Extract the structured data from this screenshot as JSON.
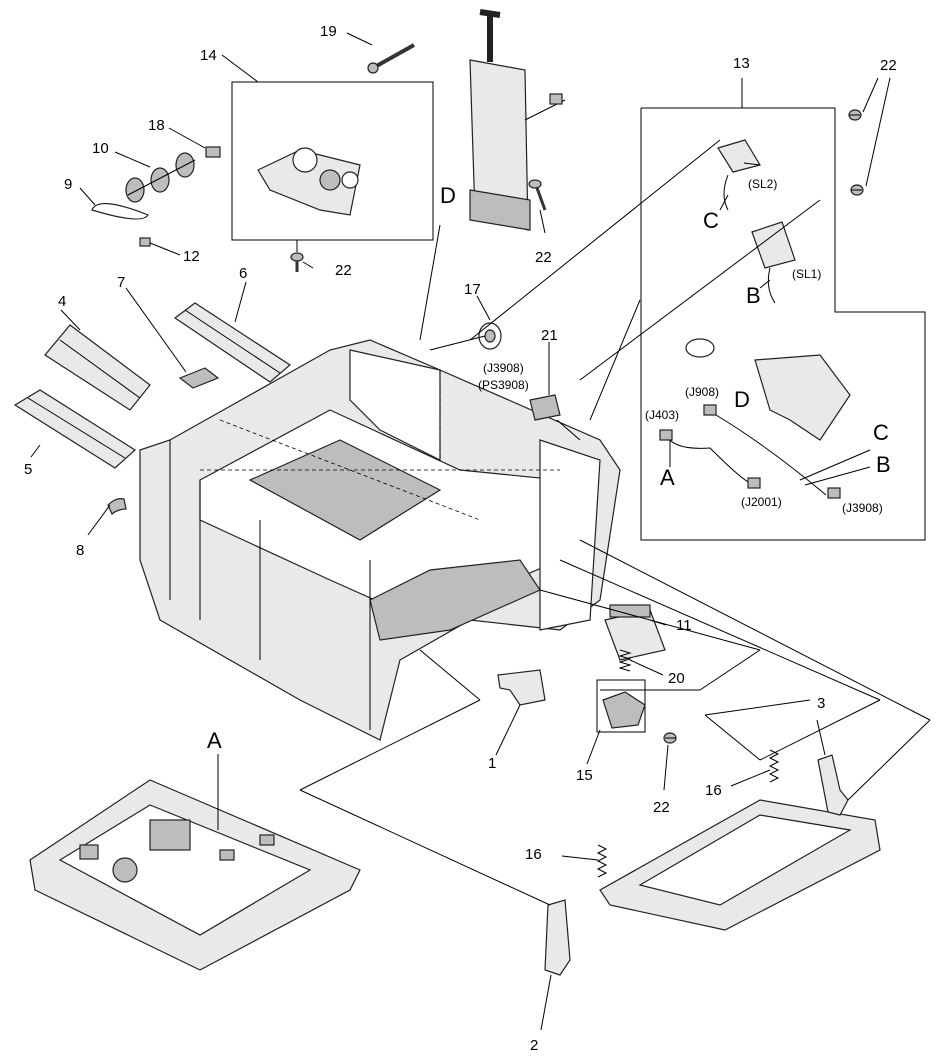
{
  "callouts": {
    "n1": "1",
    "n2": "2",
    "n3": "3",
    "n4": "4",
    "n5": "5",
    "n6": "6",
    "n7": "7",
    "n8": "8",
    "n9": "9",
    "n10": "10",
    "n11": "11",
    "n12": "12",
    "n13": "13",
    "n14": "14",
    "n15": "15",
    "n16a": "16",
    "n16b": "16",
    "n17": "17",
    "n18": "18",
    "n19": "19",
    "n20": "20",
    "n21": "21",
    "n22a": "22",
    "n22b": "22",
    "n22c": "22",
    "n22d": "22"
  },
  "letters": {
    "A_board": "A",
    "A_cable": "A",
    "B_solenoid": "B",
    "B_cable": "B",
    "C_solenoid": "C",
    "C_cable": "C",
    "D_board": "D",
    "D_cable": "D"
  },
  "connectors": {
    "j3908_top": "(J3908)",
    "ps3908": "(PS3908)",
    "j908": "(J908)",
    "j403": "(J403)",
    "j2001": "(J2001)",
    "j3908_bottom": "(J3908)",
    "sl2": "(SL2)",
    "sl1": "(SL1)"
  }
}
